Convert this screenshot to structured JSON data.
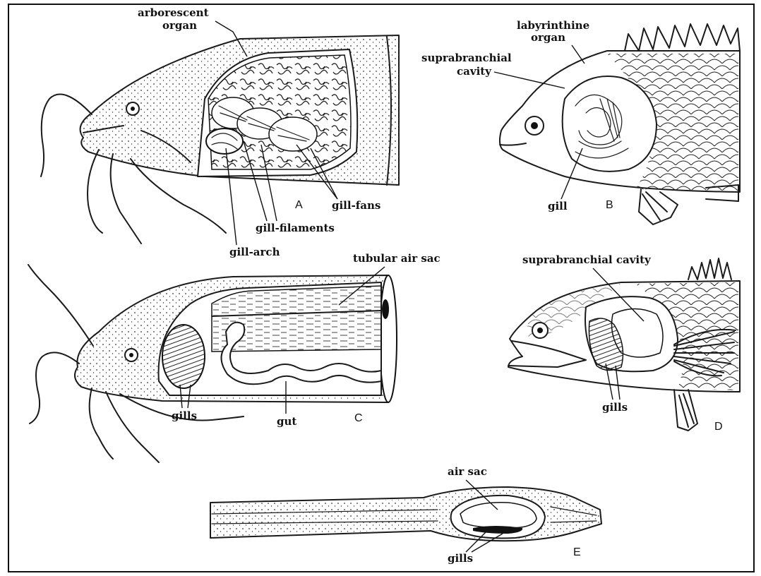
{
  "panels": {
    "A": {
      "letter": "A",
      "labels": {
        "arborescent_1": "arborescent",
        "arborescent_2": "organ",
        "gill_fans": "gill-fans",
        "gill_filaments": "gill-filaments",
        "gill_arch": "gill-arch"
      }
    },
    "B": {
      "letter": "B",
      "labels": {
        "labyrinthine_1": "labyrinthine",
        "labyrinthine_2": "organ",
        "suprabranchial_1": "suprabranchial",
        "suprabranchial_2": "cavity",
        "gill": "gill"
      }
    },
    "C": {
      "letter": "C",
      "labels": {
        "tubular_air_sac": "tubular air sac",
        "gills": "gills",
        "gut": "gut"
      }
    },
    "D": {
      "letter": "D",
      "labels": {
        "suprabranchial_cavity": "suprabranchial cavity",
        "gills": "gills"
      }
    },
    "E": {
      "letter": "E",
      "labels": {
        "air_sac": "air sac",
        "gills": "gills"
      }
    }
  }
}
